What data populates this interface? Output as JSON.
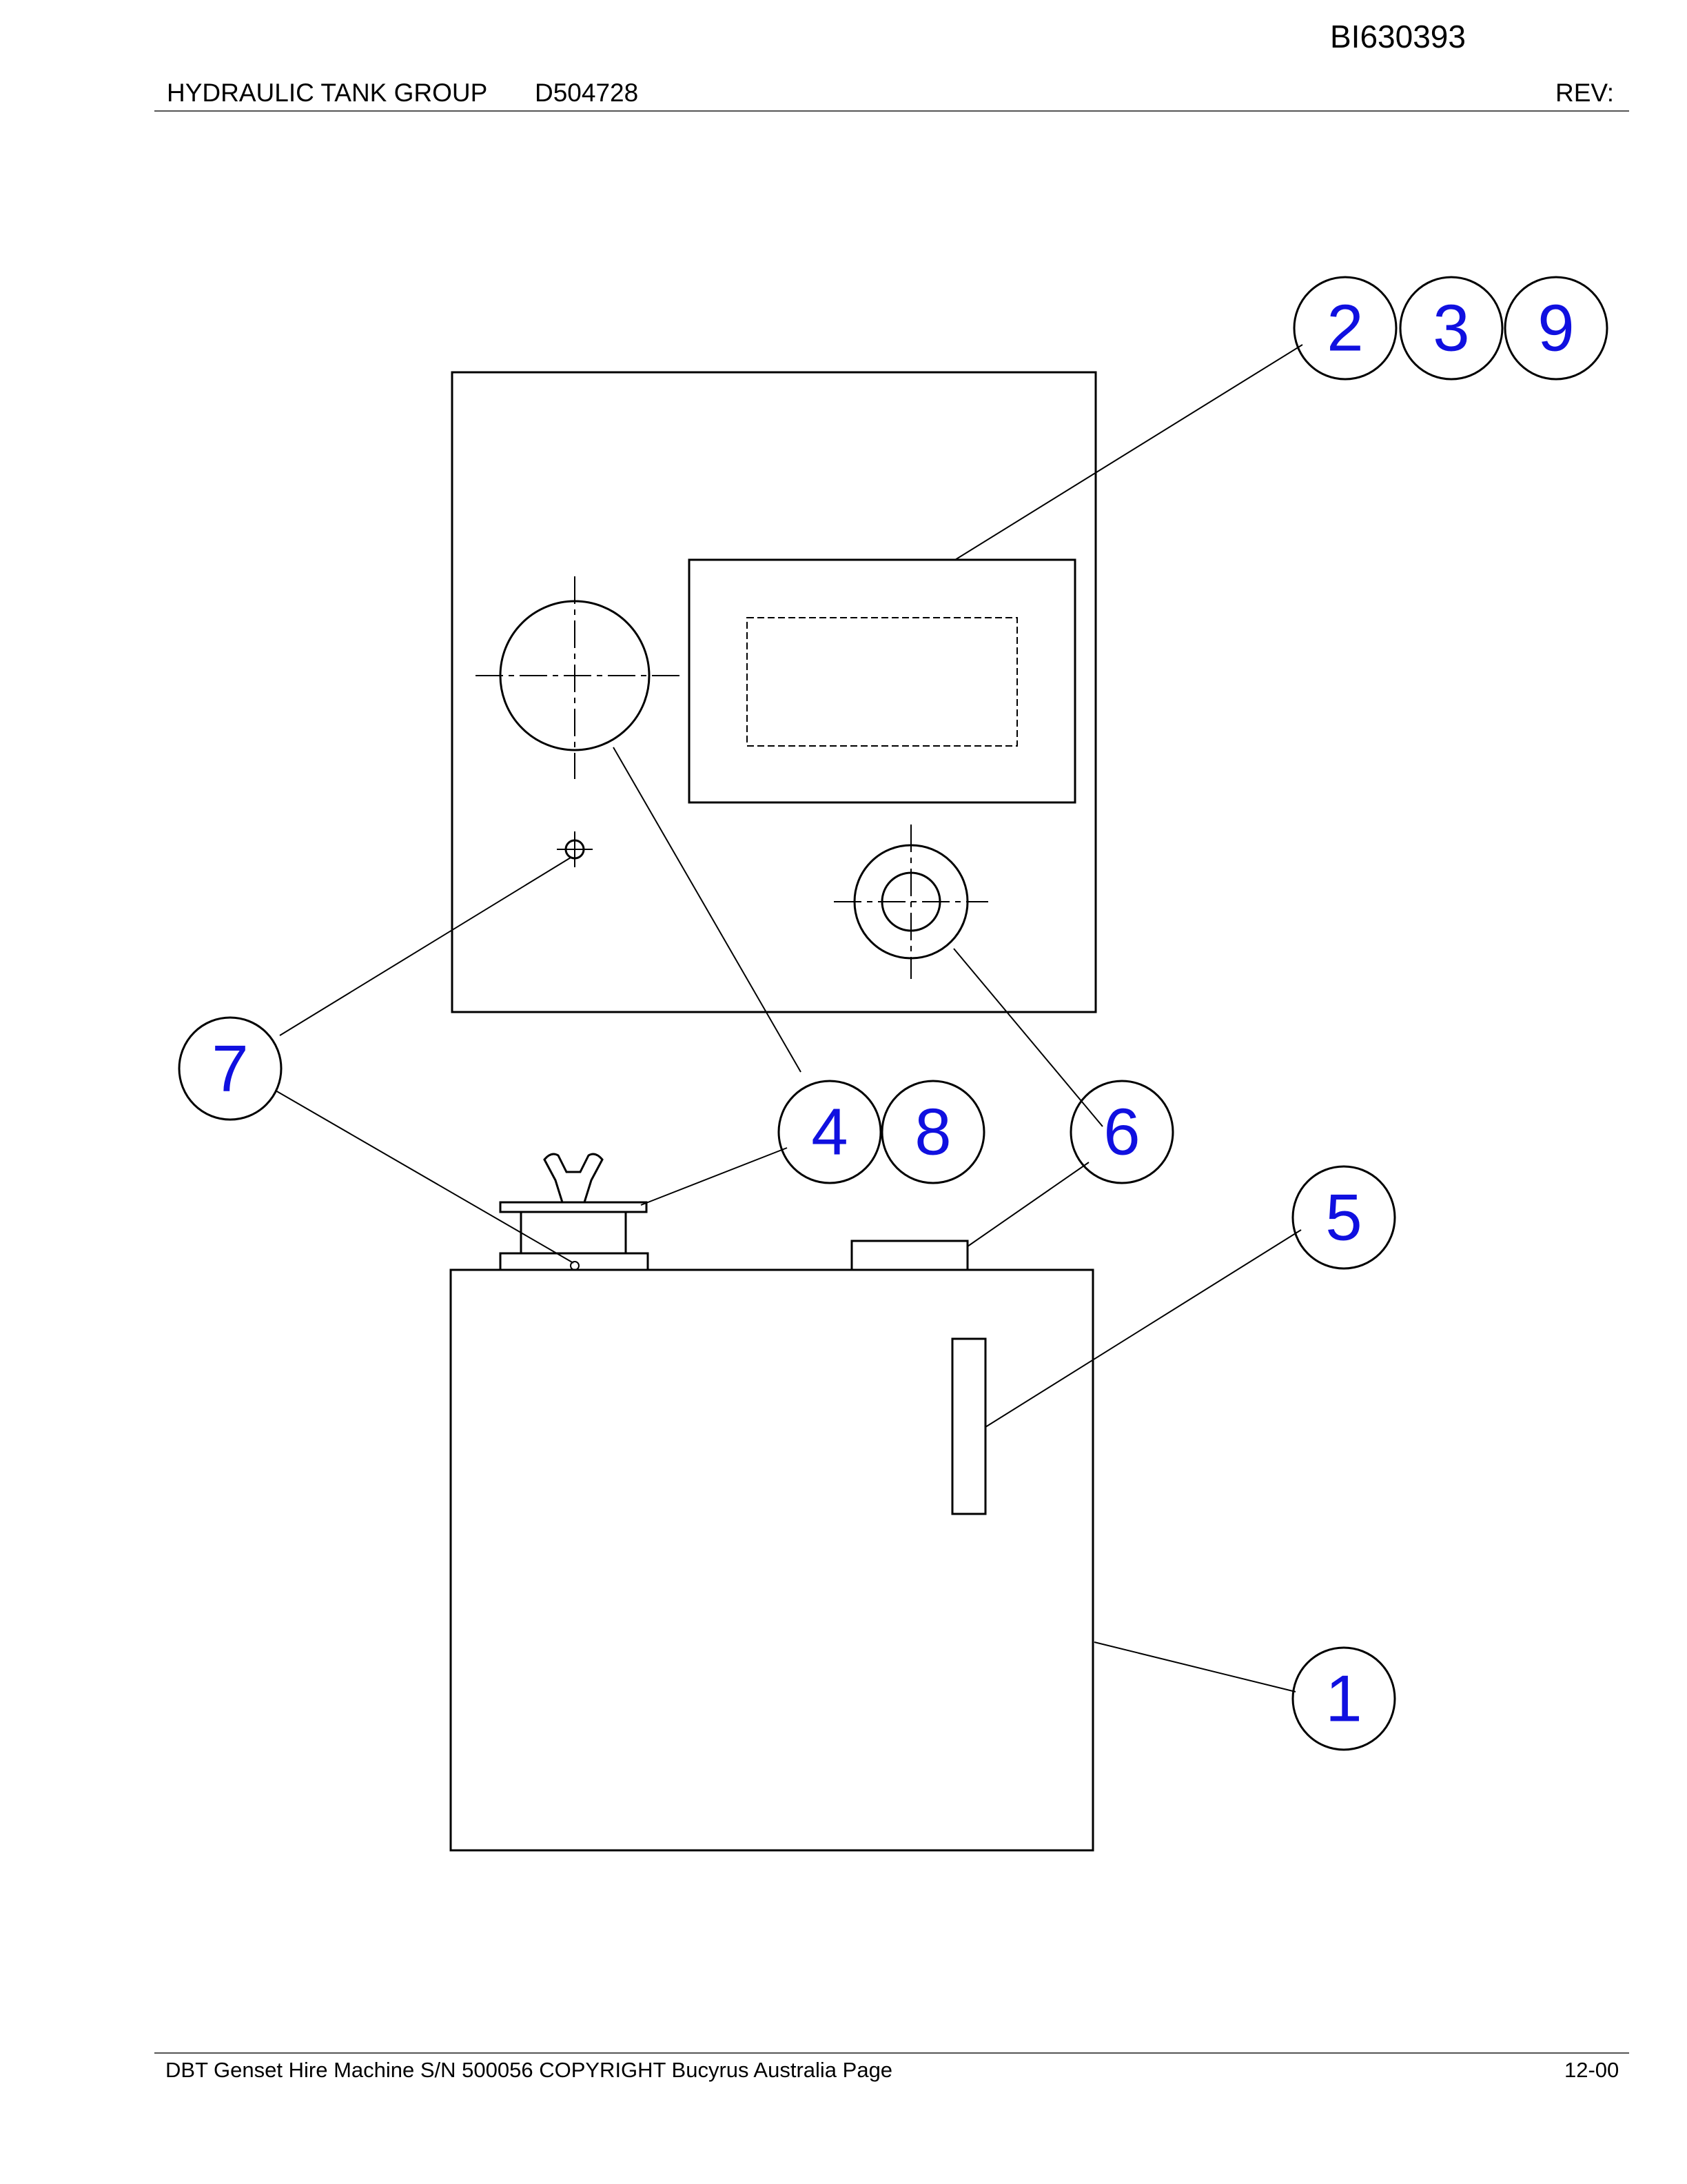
{
  "header": {
    "document_id": "BI630393",
    "title": "HYDRAULIC TANK GROUP",
    "drawing_number": "D504728",
    "revision_label": "REV:"
  },
  "footer": {
    "text": "DBT Genset Hire Machine S/N 500056   COPYRIGHT Bucyrus Australia   Page",
    "page_number": "12-00"
  },
  "callouts": [
    {
      "id": "c2",
      "label": "2"
    },
    {
      "id": "c3",
      "label": "3"
    },
    {
      "id": "c9",
      "label": "9"
    },
    {
      "id": "c7",
      "label": "7"
    },
    {
      "id": "c4",
      "label": "4"
    },
    {
      "id": "c8",
      "label": "8"
    },
    {
      "id": "c6",
      "label": "6"
    },
    {
      "id": "c5",
      "label": "5"
    },
    {
      "id": "c1",
      "label": "1"
    }
  ],
  "colors": {
    "callout_text": "#1010e0",
    "line": "#000000"
  }
}
